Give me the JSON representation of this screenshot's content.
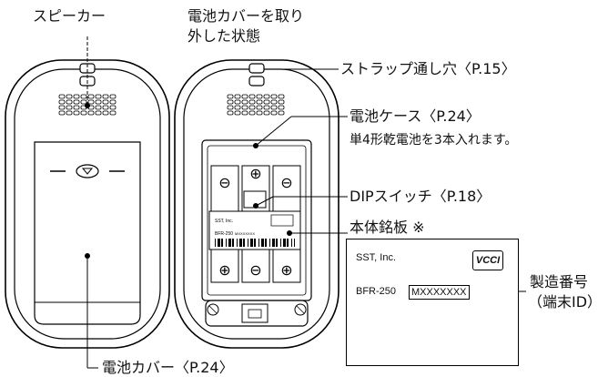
{
  "labels": {
    "speaker": "スピーカー",
    "battery_cover_removed_line1": "電池カバーを取り",
    "battery_cover_removed_line2": "外した状態",
    "strap_hole": "ストラップ通し穴〈P.15〉",
    "battery_case": "電池ケース〈P.24〉",
    "battery_note": "単4形乾電池を3本入れます。",
    "dip_switch": "DIPスイッチ〈P.18〉",
    "nameplate": "本体銘板 ※",
    "serial_number_line1": "製造番号",
    "serial_number_line2": "（端末ID）",
    "battery_cover": "電池カバー〈P.24〉"
  },
  "nameplate_detail": {
    "company": "SST, Inc.",
    "model": "BFR-250",
    "serial": "MXXXXXXX",
    "vcci_mark": "VCCI"
  },
  "device_label_small": {
    "company": "SST, Inc.",
    "model": "BFR-250",
    "serial": "MXXXXXXX"
  },
  "symbols": {
    "plus": "⊕",
    "minus": "⊖"
  },
  "colors": {
    "line": "#000000",
    "fill_light": "#ffffff",
    "fill_grey": "#e6e6e6"
  }
}
